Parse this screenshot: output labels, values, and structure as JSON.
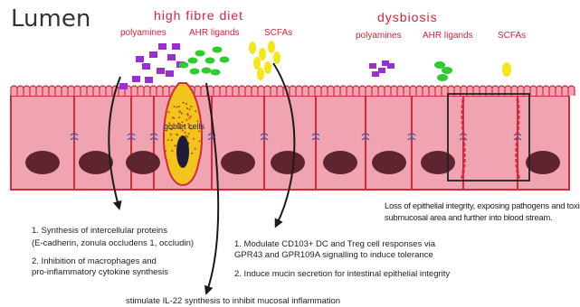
{
  "labels": {
    "lumen": "Lumen",
    "high_fibre_title": "high fibre diet",
    "dysbiosis_title": "dysbiosis",
    "hf_polyamines": "polyamines",
    "hf_ahr": "AHR ligands",
    "hf_scfa": "SCFAs",
    "dys_polyamines": "polyamines",
    "dys_ahr": "AHR ligands",
    "dys_scfa": "SCFAs",
    "goblet": "goblet cells"
  },
  "effects": {
    "polyamines_1": "1. Synthesis of intercellular proteins",
    "polyamines_1b": "(E-cadherin, zonula occludens 1, occludin)",
    "polyamines_2": "2. Inhibition of macrophages and",
    "polyamines_2b": "pro-inflammatory cytokine synthesis",
    "scfa_1": "1. Modulate CD103+ DC and Treg cell responses via",
    "scfa_1b": "GPR43 and GPR109A signalling to induce tolerance",
    "scfa_2": "2. Induce mucin secretion for intestinal epithelial integrity",
    "ahr": "stimulate IL-22 synthesis to inhibit mucosal inflammation",
    "dysbiosis_1": "Loss of epithelial integrity, exposing pathogens and toxins into",
    "dysbiosis_2": "submucosal area and further into blood stream."
  },
  "colors": {
    "cell_fill": "#f0a3b0",
    "cell_outline": "#d42b3c",
    "nucleus": "#5e2530",
    "polyamine": "#9a2fd0",
    "ahr_ligand": "#2ecc2e",
    "scfa": "#f5e61a",
    "title_red": "#d8223a"
  }
}
